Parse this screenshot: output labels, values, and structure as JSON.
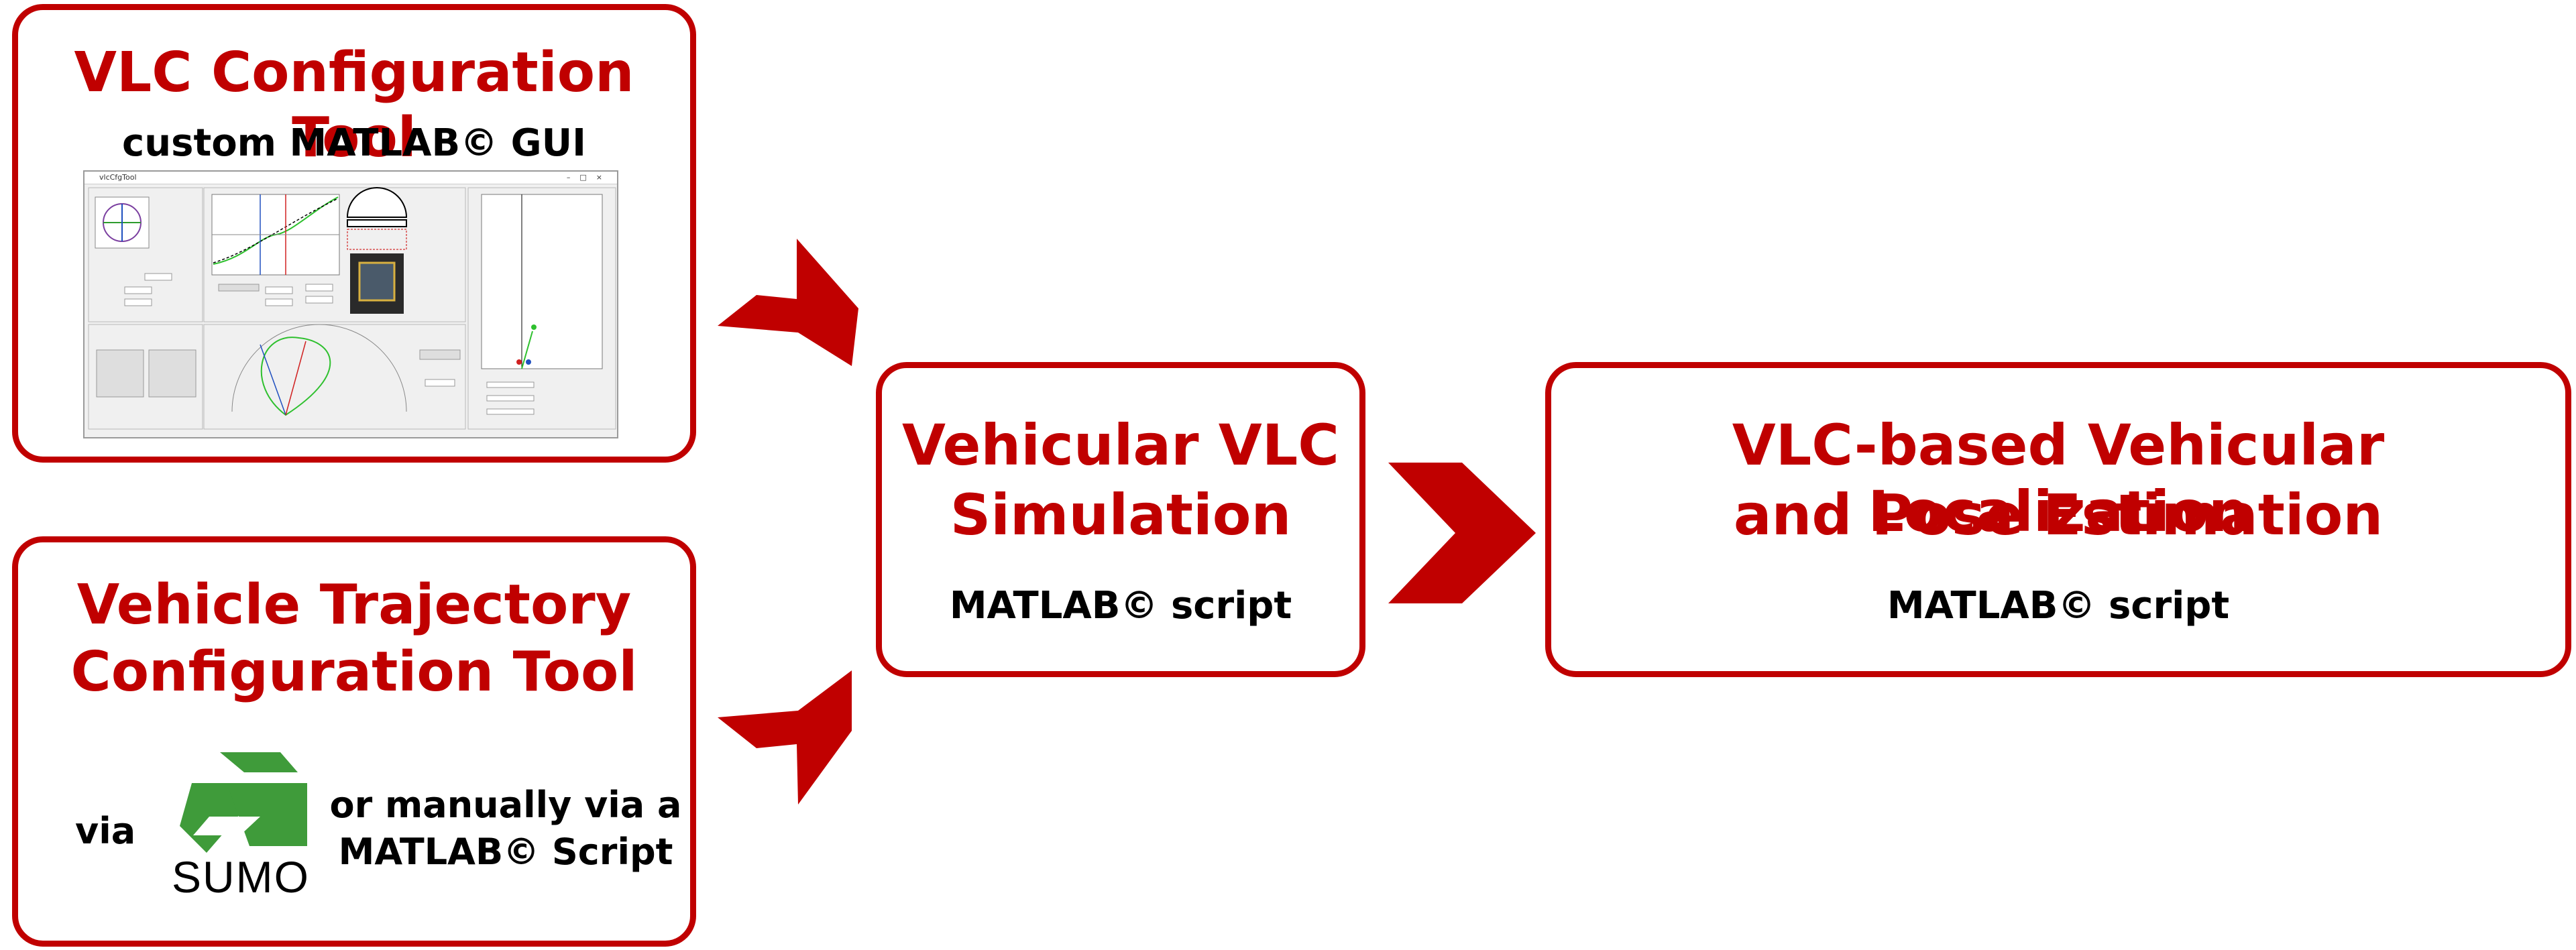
{
  "config_tool": {
    "title": "VLC Configuration Tool",
    "subtitle": "custom MATLAB© GUI",
    "gui_window_title": "vlcCfgTool"
  },
  "trajectory_tool": {
    "title_line1": "Vehicle Trajectory",
    "title_line2": "Configuration Tool",
    "via_label": "via",
    "sumo_label": "SUMO",
    "manual_line1": "or manually via a",
    "manual_line2": "MATLAB© Script"
  },
  "simulation": {
    "title_line1": "Vehicular VLC",
    "title_line2": "Simulation",
    "subtitle": "MATLAB© script"
  },
  "localization": {
    "title_line1": "VLC-based Vehicular Localization",
    "title_line2": "and Pose Estimation",
    "subtitle": "MATLAB© script"
  },
  "colors": {
    "accent": "#c00000",
    "sumo_green": "#3f9b3a"
  },
  "icons": [
    "sumo-logo-icon",
    "chevron-arrow-icon"
  ]
}
